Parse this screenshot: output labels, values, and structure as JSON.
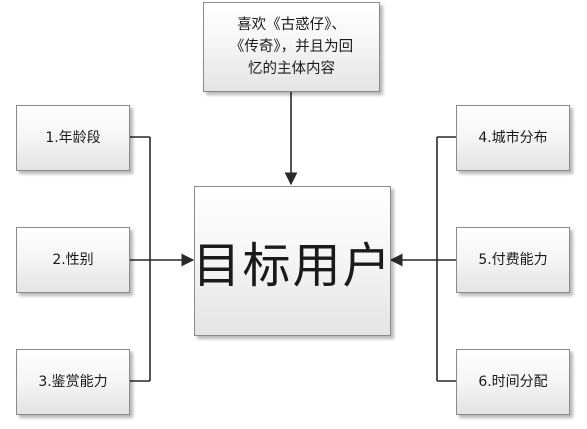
{
  "diagram": {
    "center": {
      "label": "目标用户"
    },
    "top": {
      "label": "喜欢《古惑仔》、\n《传奇》，并且为回\n忆的主体内容"
    },
    "left": [
      {
        "label": "1.年龄段"
      },
      {
        "label": "2.性别"
      },
      {
        "label": "3.鉴赏能力"
      }
    ],
    "right": [
      {
        "label": "4.城市分布"
      },
      {
        "label": "5.付费能力"
      },
      {
        "label": "6.时间分配"
      }
    ]
  }
}
